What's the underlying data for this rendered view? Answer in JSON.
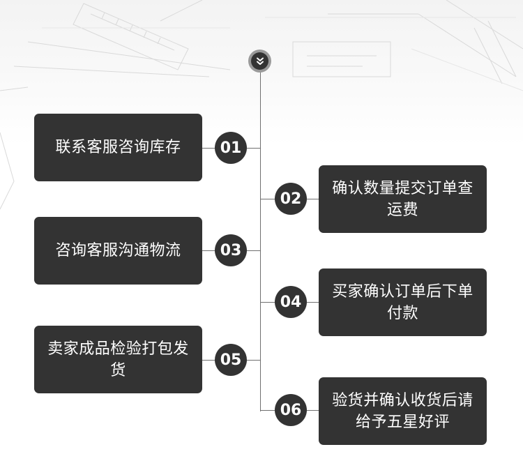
{
  "steps": [
    {
      "number": "01",
      "text": "联系客服咨询库存"
    },
    {
      "number": "02",
      "text": "确认数量提交订单查运费"
    },
    {
      "number": "03",
      "text": "咨询客服沟通物流"
    },
    {
      "number": "04",
      "text": "买家确认订单后下单付款"
    },
    {
      "number": "05",
      "text": "卖家成品检验打包发货"
    },
    {
      "number": "06",
      "text": "验货并确认收货后请给予五星好评"
    }
  ],
  "icons": {
    "top": "double-chevron-down-icon"
  },
  "colors": {
    "card": "#333333",
    "line": "#6f6f6f",
    "text": "#ffffff"
  }
}
